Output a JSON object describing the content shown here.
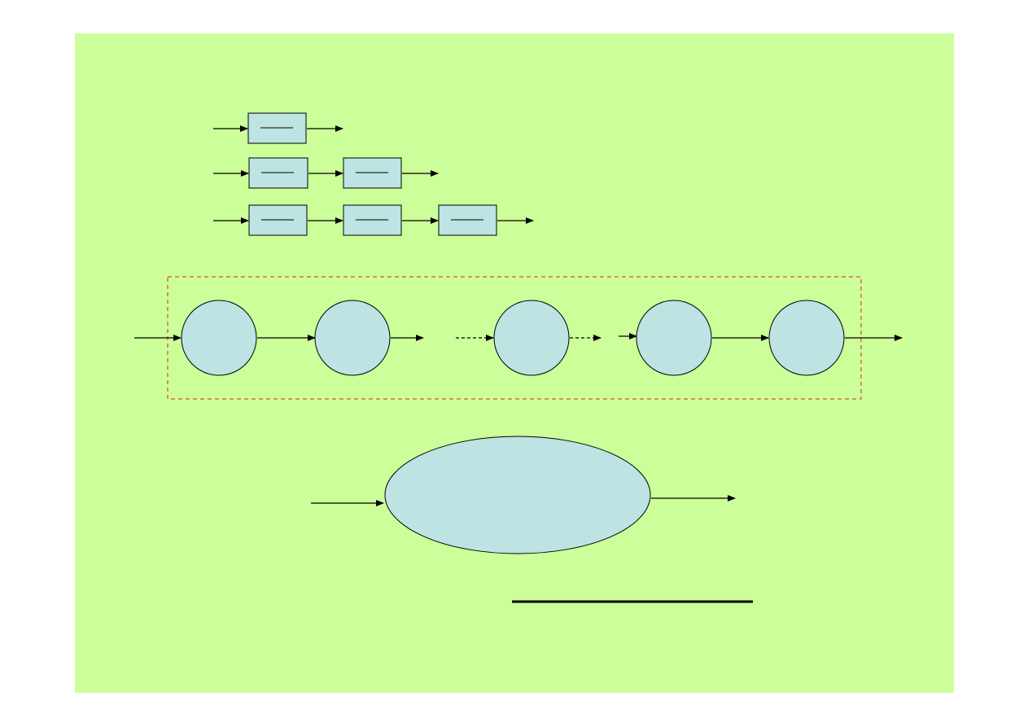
{
  "colors": {
    "page": "#ffffff",
    "slide": "#ccff99",
    "node_fill": "#bde3e3",
    "stroke": "#000000",
    "group_border": "#dd2222"
  },
  "diagram": {
    "block_chains": [
      {
        "block_count": 1
      },
      {
        "block_count": 2
      },
      {
        "block_count": 3
      }
    ],
    "stage_chain": {
      "stage_count": 5,
      "arrow_styles": [
        "solid",
        "solid",
        "dashed",
        "dashed",
        "solid",
        "solid",
        "solid"
      ]
    },
    "combined_node": {
      "shape": "ellipse"
    },
    "underline_present": true
  }
}
